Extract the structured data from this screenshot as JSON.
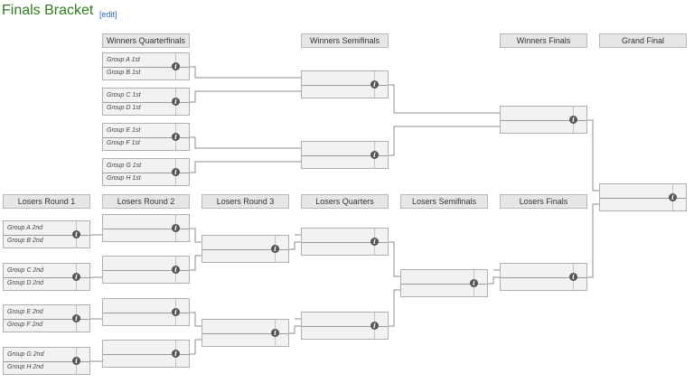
{
  "page": {
    "title": "Finals Bracket",
    "edit_link": "edit"
  },
  "rounds": {
    "wqf": "Winners Quarterfinals",
    "wsf": "Winners Semifinals",
    "wf": "Winners Finals",
    "gf": "Grand Final",
    "lr1": "Losers Round 1",
    "lr2": "Losers Round 2",
    "lr3": "Losers Round 3",
    "lq": "Losers Quarters",
    "lsf": "Losers Semifinals",
    "lf": "Losers Finals"
  },
  "winners_quarterfinals": [
    {
      "top": "Group A 1st",
      "bottom": "Group B 1st"
    },
    {
      "top": "Group C 1st",
      "bottom": "Group D 1st"
    },
    {
      "top": "Group E 1st",
      "bottom": "Group F 1st"
    },
    {
      "top": "Group G 1st",
      "bottom": "Group H 1st"
    }
  ],
  "losers_round_1": [
    {
      "top": "Group A 2nd",
      "bottom": "Group B 2nd"
    },
    {
      "top": "Group C 2nd",
      "bottom": "Group D 2nd"
    },
    {
      "top": "Group E 2nd",
      "bottom": "Group F 2nd"
    },
    {
      "top": "Group G 2nd",
      "bottom": "Group H 2nd"
    }
  ],
  "info_icon_glyph": "i",
  "colors": {
    "title": "#2e7d1f",
    "link": "#3366bb",
    "header_bg": "#e6e6e6",
    "match_bg": "#f2f2f2",
    "connector": "#8c8c8c"
  }
}
